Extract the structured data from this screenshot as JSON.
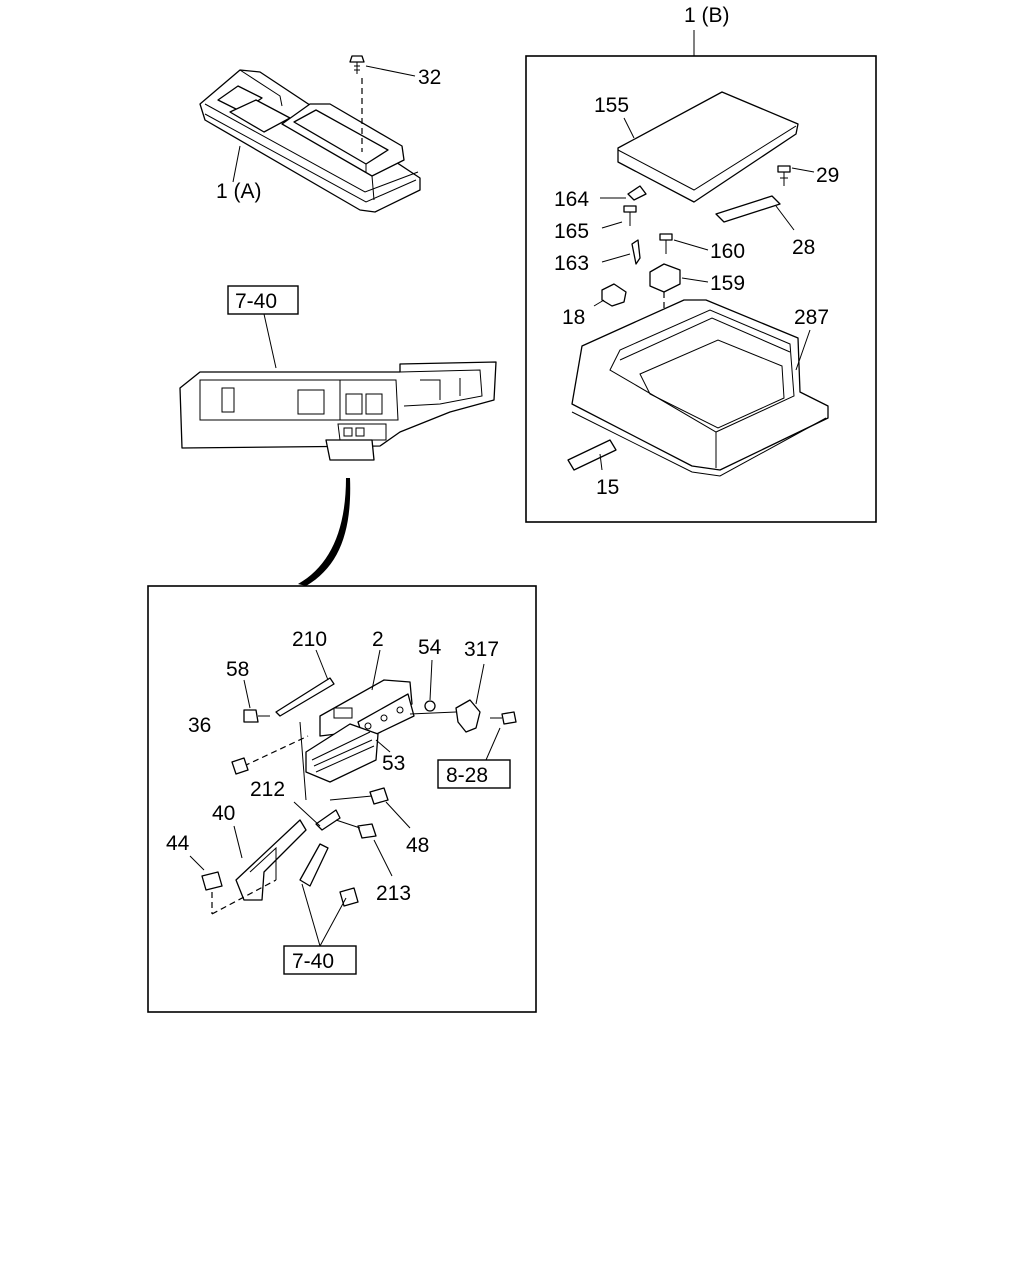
{
  "callouts": {
    "c32": "32",
    "c1a": "1 (A)",
    "c1b": "1 (B)",
    "c155": "155",
    "c29": "29",
    "c164": "164",
    "c165": "165",
    "c28": "28",
    "c160": "160",
    "c163": "163",
    "c159": "159",
    "c18": "18",
    "c287": "287",
    "c15": "15",
    "c210": "210",
    "c2": "2",
    "c54": "54",
    "c317": "317",
    "c58": "58",
    "c36": "36",
    "c53": "53",
    "c212": "212",
    "c40": "40",
    "c48": "48",
    "c44": "44",
    "c213": "213"
  },
  "refs": {
    "r740_top": "7-40",
    "r828": "8-28",
    "r740_bottom": "7-40"
  }
}
